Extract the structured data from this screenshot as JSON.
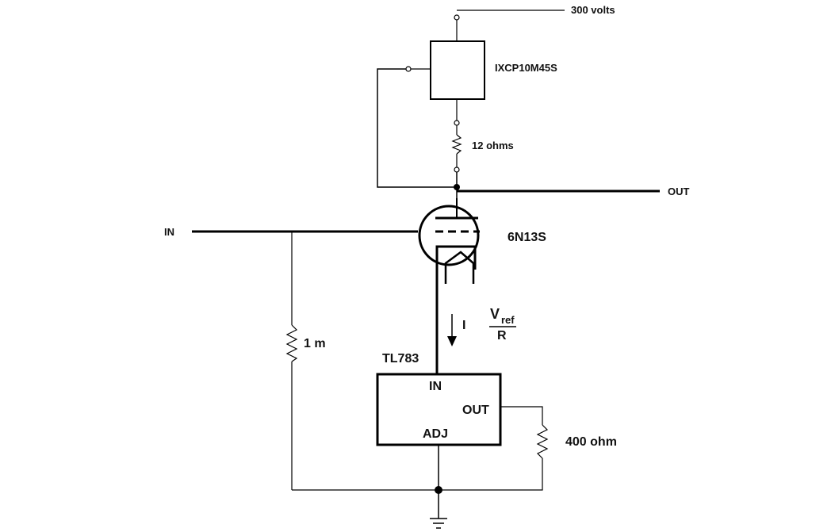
{
  "labels": {
    "supply": "300 volts",
    "mosfet": "IXCP10M45S",
    "resistor_top": "12 ohms",
    "out_main": "OUT",
    "in_main": "IN",
    "tube": "6N13S",
    "current": "I",
    "vref_v": "V",
    "vref_sub": "ref",
    "vref_den": "R",
    "resistor_grid": "1 m",
    "regulator": "TL783",
    "reg_in": "IN",
    "reg_out": "OUT",
    "reg_adj": "ADJ",
    "resistor_adj": "400 ohm"
  },
  "colors": {
    "line": "#000000",
    "text": "#111111",
    "background": "#ffffff"
  }
}
